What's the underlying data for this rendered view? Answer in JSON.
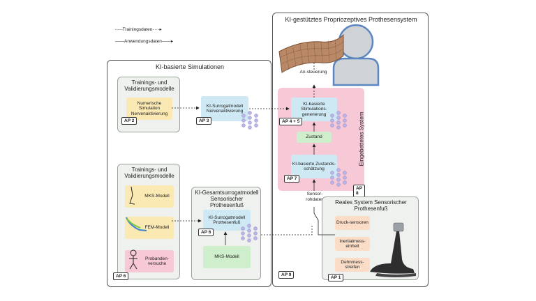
{
  "legend": {
    "training": "Trainingsdaten",
    "application": "Anwendungsdaten"
  },
  "sim": {
    "title": "KI-basierte Simulationen",
    "top_group": {
      "title": "Trainings- und Validierungsmodelle",
      "box": "Numerische Simulation Nervenaktivierung",
      "ap": "AP 2"
    },
    "surrogate_nerve": {
      "label": "KI-Surrogatmodell Nervenaktivierung",
      "ap": "AP 3"
    },
    "bottom_group": {
      "title": "Trainings- und Validierungsmodelle",
      "mks": "MKS-Modell",
      "fem": "FEM-Modell",
      "probanden": "Probanden-versuche",
      "ap": "AP 6"
    },
    "overall_group": {
      "title": "KI-Gesamtsurrogatmodell Sensorischer Prothesenfuß",
      "surrogate": "KI-Surrogatmodell Prothesenfuß",
      "ap": "AP 6",
      "mks": "MKS-Modell"
    }
  },
  "system": {
    "title": "KI-gestütztes Propriozeptives Prothesensystem",
    "actuation": "An-steuerung",
    "embedded": {
      "label": "Eingebettetes System",
      "ap": "AP 8"
    },
    "stim": {
      "label": "KI-basierte Stimulations-generierung",
      "ap": "AP 4 + 5"
    },
    "state": "Zustand",
    "estimation": {
      "label": "KI-basierte Zustands-schätzung",
      "ap": "AP 7"
    },
    "sensor_raw": "Sensor-rohdaten",
    "ap": "AP 9",
    "real": {
      "title": "Reales System Sensorischer Prothesenfuß",
      "pressure": "Druck-sensoren",
      "imu": "Inertialmess-einheit",
      "strain": "Dehnmess-streifen",
      "ap": "AP 1"
    }
  },
  "colors": {
    "yellow": "#fbe9b4",
    "blue": "#cfe9f4",
    "pink": "#f7c9d6",
    "green": "#cfeecb",
    "orange": "#fbdcc6"
  }
}
